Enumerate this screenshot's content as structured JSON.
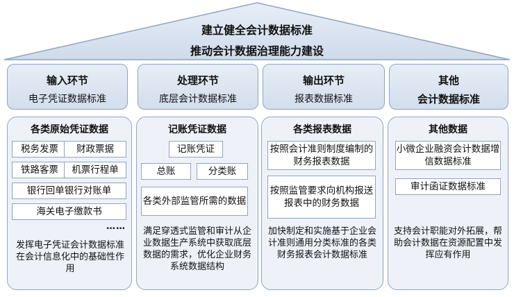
{
  "roof": {
    "line1": "建立健全会计数据标准",
    "line2": "推动会计数据治理能力建设"
  },
  "colors": {
    "border": "#8fa4bf",
    "header_fill": "#dbe4f0",
    "panel_fill": "#eef2f8"
  },
  "columns": [
    {
      "head_title": "输入环节",
      "head_sub": "电子凭证数据标准",
      "panel_title": "各类原始凭证数据",
      "items": [
        "税务发票",
        "财政票据",
        "铁路客票",
        "机票行程单",
        "银行回单银行对账单",
        "海关电子缴款书"
      ],
      "ellipsis": "……",
      "desc": "发挥电子凭证会计数据标准在会计信息化中的基础性作用"
    },
    {
      "head_title": "处理环节",
      "head_sub": "底层会计数据标准",
      "panel_title": "记账凭证数据",
      "items": [
        "记账凭证",
        "总账",
        "分类账",
        "各类外部监管所需的数据"
      ],
      "desc": "满足穿透式监管和审计从企业数据生产系统中获取底层数据的需求，优化企业财务系统数据结构"
    },
    {
      "head_title": "输出环节",
      "head_sub": "报表数据标准",
      "panel_title": "各类报表数据",
      "items": [
        "按照会计准则制度编制的财务报表数据",
        "按照监管要求向机构报送报表中的财务数据"
      ],
      "desc": "加快制定和实施基于企业会计准则通用分类标准的各类财务报表会计数据标准"
    },
    {
      "head_title": "其他",
      "head_sub": "会计数据标准",
      "panel_title": "其他数据",
      "items": [
        "小微企业融资会计数据增信数据标准",
        "审计函证数据标准"
      ],
      "desc": "支持会计职能对外拓展，帮助会计数据在资源配置中发挥应有作用"
    }
  ]
}
